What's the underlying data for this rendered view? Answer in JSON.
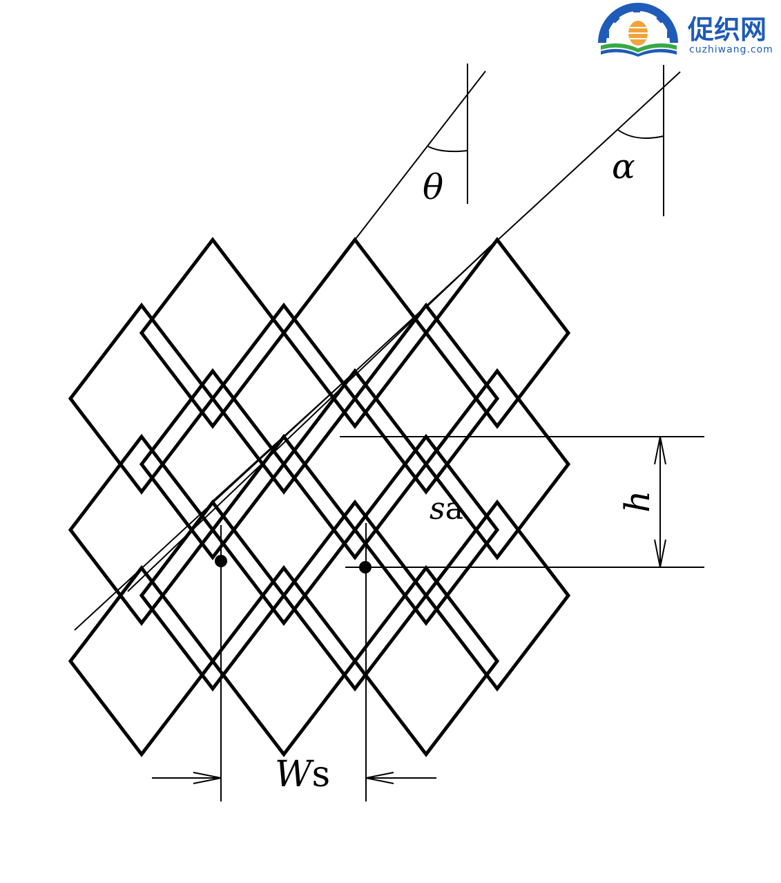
{
  "labels": {
    "theta": "θ",
    "alpha": "α",
    "h": "h",
    "sa_italic": "s",
    "sa_plain": "a",
    "ws_italic": "W",
    "ws_plain": "s"
  },
  "logo": {
    "name_cn": "促织网",
    "domain": "cuzhiwang.com"
  },
  "colors": {
    "line": "#000000",
    "logo_blue": "#1f5bb8",
    "logo_green": "#39a845",
    "logo_orange": "#f2a33a"
  }
}
